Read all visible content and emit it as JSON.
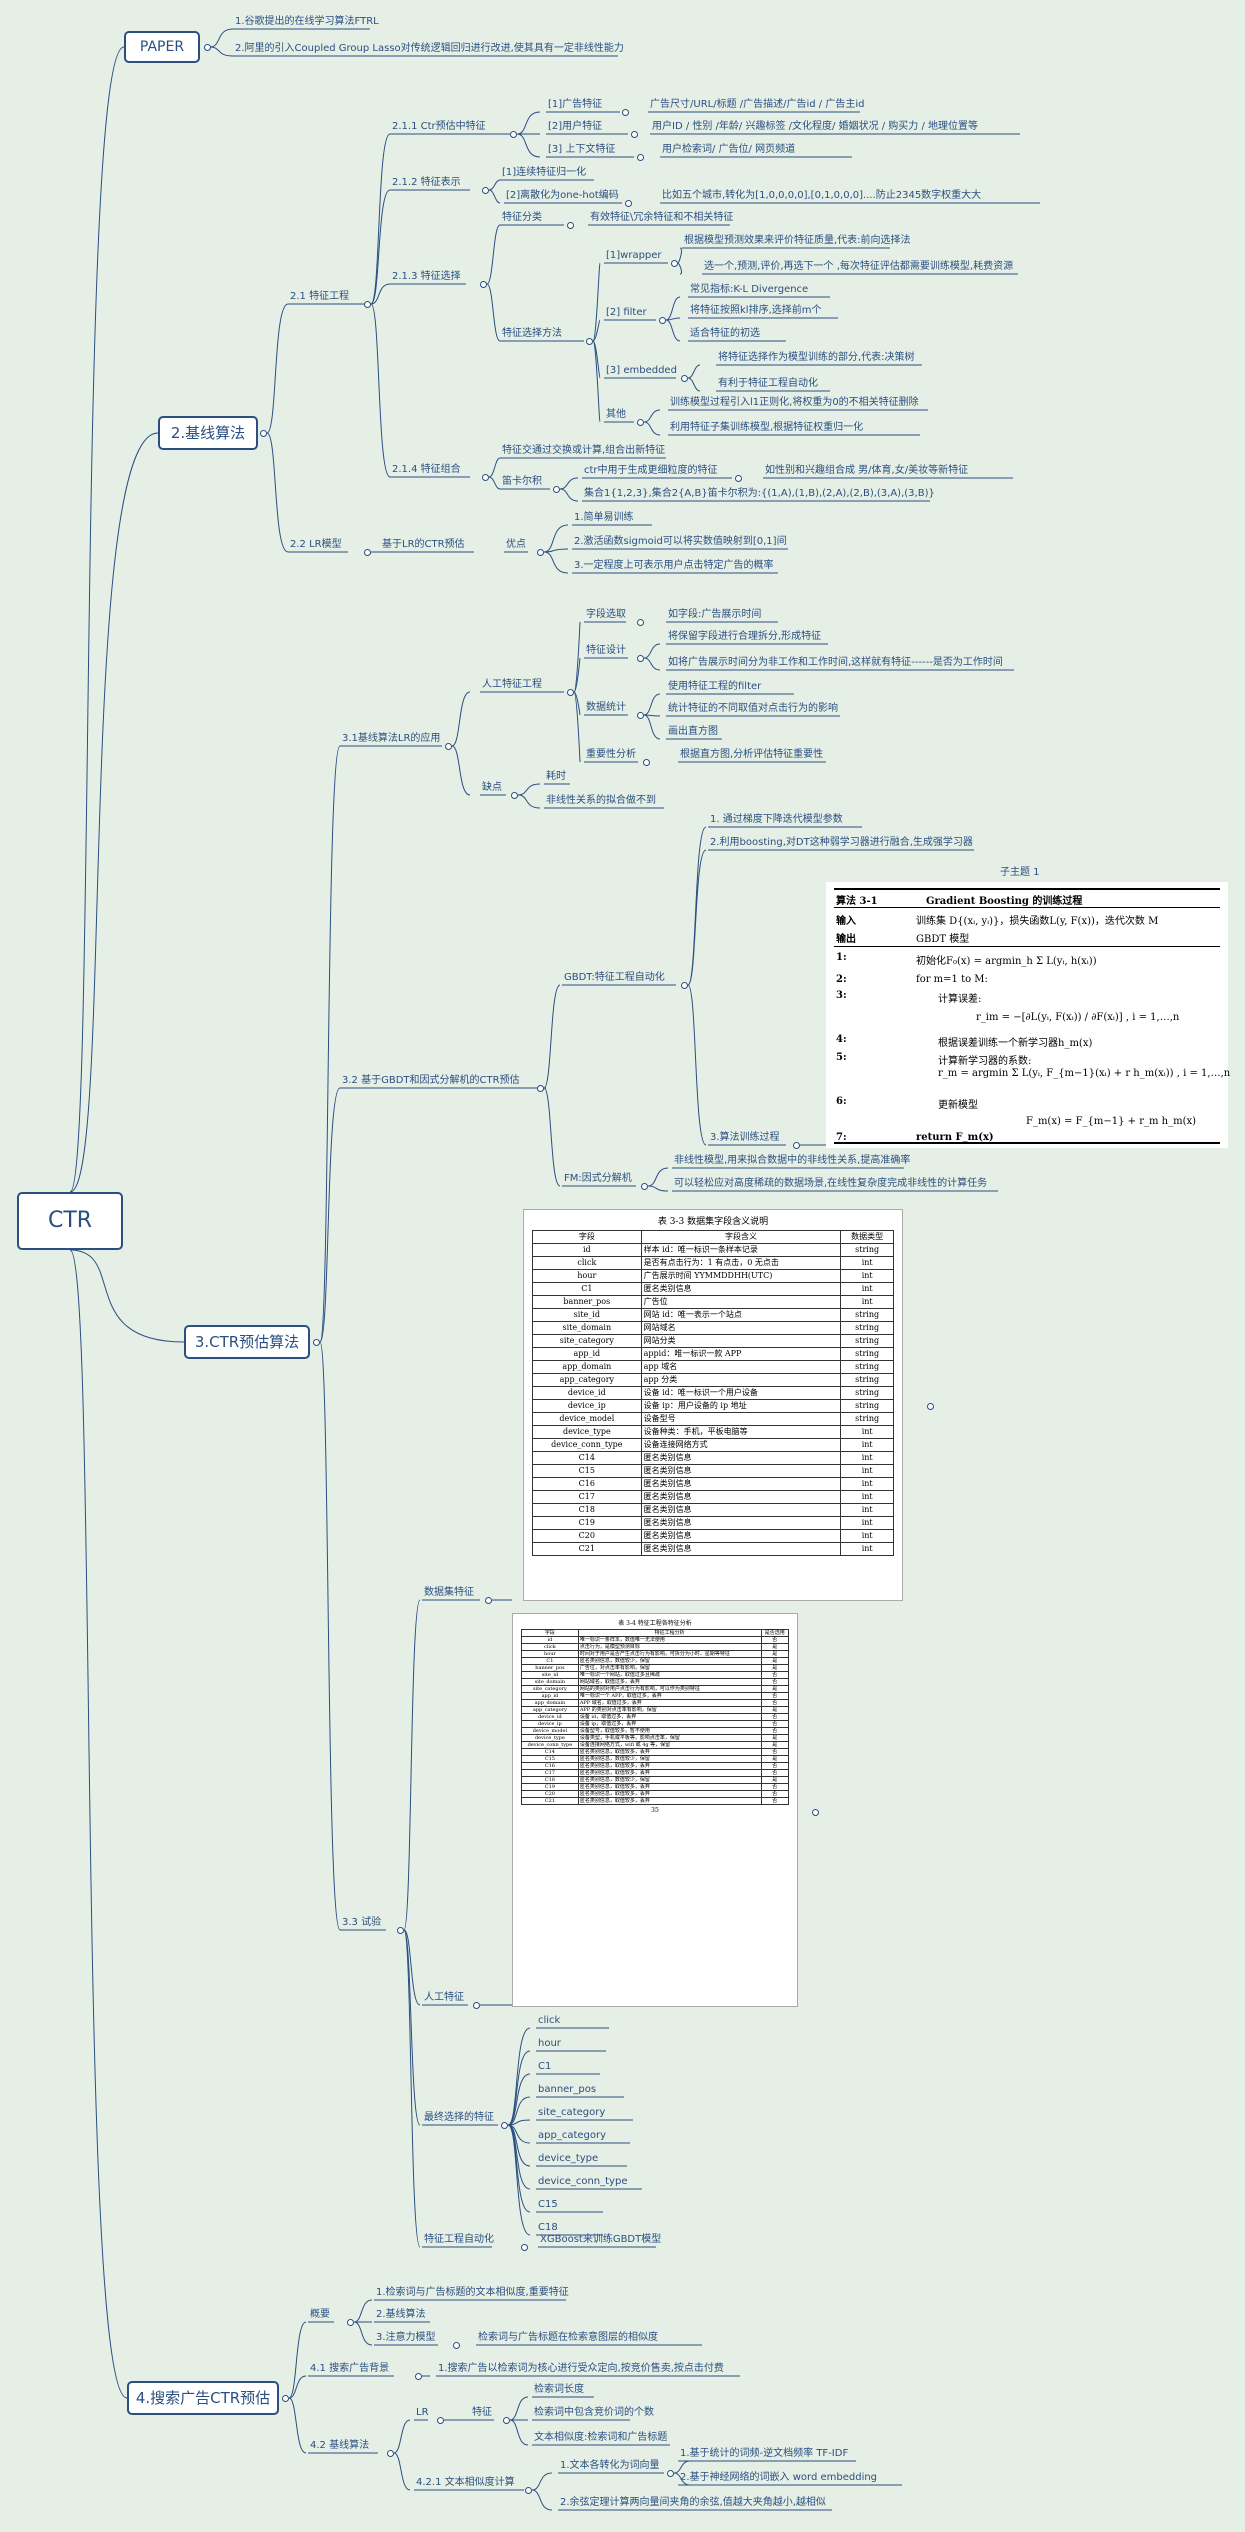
{
  "colors": {
    "background": "#e6efe6",
    "line": "#2a4f80",
    "text": "#2a4f80"
  },
  "root": {
    "label": "CTR"
  },
  "paper": {
    "label": "PAPER",
    "items": [
      "1.谷歌提出的在线学习算法FTRL",
      "2.阿里的引入Coupled Group Lasso对传统逻辑回归进行改进,使其具有一定非线性能力"
    ]
  },
  "s2": {
    "label": "2.基线算法",
    "fe": "2.1 特征工程",
    "ctr_feat": "2.1.1 Ctr预估中特征",
    "ad_feat": "[1]广告特征",
    "ad_feat_d": "广告尺寸/URL/标题 /广告描述/广告id / 广告主id",
    "user_feat": "[2]用户特征",
    "user_feat_d": "用户ID / 性别 /年龄/ 兴趣标签 /文化程度/ 婚姻状况 / 购买力 / 地理位置等",
    "ctx_feat": "[3] 上下文特征",
    "ctx_feat_d": "用户检索词/ 广告位/ 网页频道",
    "repr": "2.1.2 特征表示",
    "repr_a": "[1]连续特征归一化",
    "repr_b": "[2]离散化为one-hot编码",
    "repr_b_d": "比如五个城市,转化为[1,0,0,0,0],[0,1,0,0,0]....防止2345数字权重大大",
    "sel": "2.1.3 特征选择",
    "sel_cls": "特征分类",
    "sel_cls_d": "有效特征\\冗余特征和不相关特征",
    "sel_m": "特征选择方法",
    "wrapper": "[1]wrapper",
    "wrapper_a": "根据模型预测效果来评价特征质量,代表:前向选择法",
    "wrapper_b": "选一个,预测,评价,再选下一个 ,每次特征评估都需要训练模型,耗费资源",
    "filter": "[2] filter",
    "filter_a": "常见指标:K-L Divergence",
    "filter_b": "将特征按照kl排序,选择前m个",
    "filter_c": "适合特征的初选",
    "embedded": "[3] embedded",
    "emb_a": "将特征选择作为模型训练的部分,代表:决策树",
    "emb_b": "有利于特征工程自动化",
    "other": "其他",
    "other_a": "训练模型过程引入l1正则化,将权重为0的不相关特征删除",
    "other_b": "利用特征子集训练模型,根据特征权重归一化",
    "comb": "2.1.4 特征组合",
    "comb_a": "特征交通过交换或计算,组合出新特征",
    "descartes": "笛卡尔积",
    "desc_a": "ctr中用于生成更细粒度的特征",
    "desc_a_d": "如性别和兴趣组合成 男/体育,女/美妆等新特征",
    "desc_b": "集合1{1,2,3},集合2{A,B}笛卡尔积为:{(1,A),(1,B),(2,A),(2,B),(3,A),(3,B)}",
    "lr": "2.2 LR模型",
    "lr_a": "基于LR的CTR预估",
    "lr_adv": "优点",
    "lr_adv_items": [
      "1.简单易训练",
      "2.激活函数sigmoid可以将实数值映射到[0,1]间",
      "3.一定程度上可表示用户点击特定广告的概率"
    ]
  },
  "s3": {
    "label": "3.CTR预估算法",
    "basic": "3.1基线算法LR的应用",
    "manual": "人工特征工程",
    "field_sel": "字段选取",
    "field_sel_d": "如字段:广告展示时间",
    "feat_design": "特征设计",
    "fd_a": "将保留字段进行合理拆分,形成特征",
    "fd_b": "如将广告展示时间分为非工作和工作时间,这样就有特征------是否为工作时间",
    "stats": "数据统计",
    "st_a": "使用特征工程的filter",
    "st_b": "统计特征的不同取值对点击行为的影响",
    "st_c": "画出直方图",
    "imp": "重要性分析",
    "imp_d": "根据直方图,分析评估特征重要性",
    "cons": "缺点",
    "cons_a": "耗时",
    "cons_b": "非线性关系的拟合做不到",
    "gbdt_fm": "3.2 基于GBDT和因式分解机的CTR预估",
    "gbdt_auto": "GBDT:特征工程自动化",
    "gbdt_a": "1. 通过梯度下降迭代模型参数",
    "gbdt_b": "2.利用boosting,对DT这种弱学习器进行融合,生成强学习器",
    "subtopic": "子主题 1",
    "gbdt_c": "3.算法训练过程",
    "fm": "FM:因式分解机",
    "fm_a": "非线性模型,用来拟合数据中的非线性关系,提高准确率",
    "fm_b": "可以轻松应对高度稀疏的数据场景,在线性复杂度完成非线性的计算任务",
    "exp": "3.3 试验",
    "dataset": "数据集特征",
    "manual_feat": "人工特征",
    "final": "最终选择的特征",
    "final_items": [
      "click",
      "hour",
      "C1",
      "banner_pos",
      "site_category",
      "app_category",
      "device_type",
      "device_conn_type",
      "C15",
      "C18"
    ],
    "auto": "特征工程自动化",
    "auto_d": "XGBoost来训练GBDT模型"
  },
  "algo": {
    "title": "算法 3-1",
    "title2": "Gradient Boosting 的训练过程",
    "input_k": "输入",
    "input_v": "训练集 D{(xᵢ, yᵢ)}，损失函数L(y, F(x))，迭代次数 M",
    "output_k": "输出",
    "output_v": "GBDT 模型",
    "lines": [
      {
        "n": "1:",
        "t": "初始化F₀(x) = argmin_h Σ L(yᵢ, h(xᵢ))"
      },
      {
        "n": "2:",
        "t": "for m=1 to M:"
      },
      {
        "n": "3:",
        "t": "计算误差:"
      },
      {
        "n": "",
        "t": "r_im = −[∂L(yᵢ, F(xᵢ)) / ∂F(xᵢ)] , i = 1,…,n"
      },
      {
        "n": "4:",
        "t": "根据误差训练一个新学习器h_m(x)"
      },
      {
        "n": "5:",
        "t": "计算新学习器的系数:"
      },
      {
        "n": "",
        "t": "r_m = argmin Σ L(yᵢ, F_{m−1}(xᵢ) + r h_m(xᵢ)) , i = 1,…,n"
      },
      {
        "n": "6:",
        "t": "更新模型"
      },
      {
        "n": "",
        "t": "F_m(x) = F_{m−1} + r_m h_m(x)"
      },
      {
        "n": "7:",
        "t": "return F_m(x)"
      }
    ]
  },
  "table1": {
    "title": "表 3-3 数据集字段含义说明",
    "headers": [
      "字段",
      "字段含义",
      "数据类型"
    ],
    "rows": [
      [
        "id",
        "样本 id：唯一标识一条样本记录",
        "string"
      ],
      [
        "click",
        "是否有点击行为：1 有点击，0 无点击",
        "int"
      ],
      [
        "hour",
        "广告展示时间 YYMMDDHH(UTC)",
        "int"
      ],
      [
        "C1",
        "匿名类别信息",
        "int"
      ],
      [
        "banner_pos",
        "广告位",
        "int"
      ],
      [
        "site_id",
        "网站 id：唯一表示一个站点",
        "string"
      ],
      [
        "site_domain",
        "网站域名",
        "string"
      ],
      [
        "site_category",
        "网站分类",
        "string"
      ],
      [
        "app_id",
        "appid：唯一标识一款 APP",
        "string"
      ],
      [
        "app_domain",
        "app 域名",
        "string"
      ],
      [
        "app_category",
        "app 分类",
        "string"
      ],
      [
        "device_id",
        "设备 id：唯一标识一个用户设备",
        "string"
      ],
      [
        "device_ip",
        "设备 ip：用户设备的 ip 地址",
        "string"
      ],
      [
        "device_model",
        "设备型号",
        "string"
      ],
      [
        "device_type",
        "设备种类：手机，平板电脑等",
        "int"
      ],
      [
        "device_conn_type",
        "设备连接网络方式",
        "int"
      ],
      [
        "C14",
        "匿名类别信息",
        "int"
      ],
      [
        "C15",
        "匿名类别信息",
        "int"
      ],
      [
        "C16",
        "匿名类别信息",
        "int"
      ],
      [
        "C17",
        "匿名类别信息",
        "int"
      ],
      [
        "C18",
        "匿名类别信息",
        "int"
      ],
      [
        "C19",
        "匿名类别信息",
        "int"
      ],
      [
        "C20",
        "匿名类别信息",
        "int"
      ],
      [
        "C21",
        "匿名类别信息",
        "int"
      ]
    ]
  },
  "table2": {
    "title": "表 3-4 特征工程各特征分析",
    "headers": [
      "字段",
      "特征工程分析",
      "是否选用"
    ],
    "rows": [
      [
        "id",
        "唯一标识一条样本，数值唯一无法使用",
        "否"
      ],
      [
        "click",
        "点击行为，是模型预测目标",
        "是"
      ],
      [
        "hour",
        "时间对于用户是否产生点击行为有影响，可拆分为小时、星期等特征",
        "是"
      ],
      [
        "C1",
        "匿名类别信息，数值较少，保留",
        "是"
      ],
      [
        "banner_pos",
        "广告位，对点击率有影响，保留",
        "是"
      ],
      [
        "site_id",
        "唯一标识一个网站，取值过多且稀疏",
        "否"
      ],
      [
        "site_domain",
        "网站域名，取值过多，丢弃",
        "否"
      ],
      [
        "site_category",
        "网站的类别对用户点击行为有影响，可以作为类别特征",
        "是"
      ],
      [
        "app_id",
        "唯一标识一个 APP，取值过多，丢弃",
        "否"
      ],
      [
        "app_domain",
        "APP 域名，取值过多，丢弃",
        "否"
      ],
      [
        "app_category",
        "APP 的类别对点击率有影响，保留",
        "是"
      ],
      [
        "device_id",
        "设备 id，取值过多，丢弃",
        "否"
      ],
      [
        "device_ip",
        "设备 ip，取值过多，丢弃",
        "否"
      ],
      [
        "device_model",
        "设备型号，取值较多，暂不使用",
        "否"
      ],
      [
        "device_type",
        "设备类型，手机或平板等，影响点击率，保留",
        "是"
      ],
      [
        "device_conn_type",
        "设备连接网络方式，wifi 或 4g 等，保留",
        "是"
      ],
      [
        "C14",
        "匿名类别信息，取值较多，丢弃",
        "否"
      ],
      [
        "C15",
        "匿名类别信息，数值较少，保留",
        "是"
      ],
      [
        "C16",
        "匿名类别信息，取值较多，丢弃",
        "否"
      ],
      [
        "C17",
        "匿名类别信息，取值较多，丢弃",
        "否"
      ],
      [
        "C18",
        "匿名类别信息，数值较少，保留",
        "是"
      ],
      [
        "C19",
        "匿名类别信息，取值较多，丢弃",
        "否"
      ],
      [
        "C20",
        "匿名类别信息，取值较多，丢弃",
        "否"
      ],
      [
        "C21",
        "匿名类别信息，取值较多，丢弃",
        "否"
      ]
    ],
    "footer": "35"
  },
  "s4": {
    "label": "4.搜索广告CTR预估",
    "overview": "概要",
    "ov_items": [
      "1.检索词与广告标题的文本相似度,重要特征",
      "2.基线算法",
      "3.注意力模型"
    ],
    "attn_d": "检索词与广告标题在检索意图层的相似度",
    "bg": "4.1 搜索广告背景",
    "bg_d": "1.搜索广告以检索词为核心进行受众定向,按竞价售卖,按点击付费",
    "base": "4.2 基线算法",
    "lr": "LR",
    "feat": "特征",
    "feat_items": [
      "检索词长度",
      "检索词中包含竞价词的个数",
      "文本相似度:检索词和广告标题"
    ],
    "sim": "4.2.1 文本相似度计算",
    "vec": "1.文本各转化为词向量",
    "vec_a": "1.基于统计的词频-逆文档频率 TF-IDF",
    "vec_b": "2.基于神经网络的词嵌入 word embedding",
    "cos": "2.余弦定理计算两向量间夹角的余弦,值越大夹角越小,越相似"
  }
}
